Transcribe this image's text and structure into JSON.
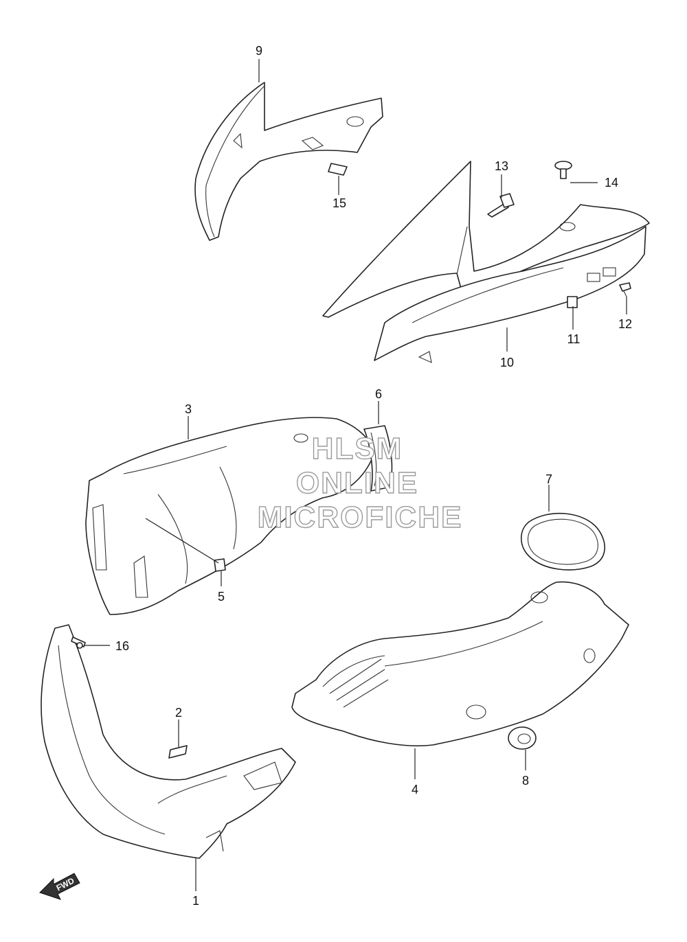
{
  "callouts": {
    "p1": "1",
    "p2": "2",
    "p3": "3",
    "p4": "4",
    "p5": "5",
    "p6": "6",
    "p7": "7",
    "p8": "8",
    "p9": "9",
    "p10": "10",
    "p11": "11",
    "p12": "12",
    "p13": "13",
    "p14": "14",
    "p15": "15",
    "p16": "16"
  },
  "watermark": {
    "line1": "HLSM",
    "line2": "ONLINE",
    "line3": "MICROFICHE"
  },
  "fwd_label": "FWD"
}
